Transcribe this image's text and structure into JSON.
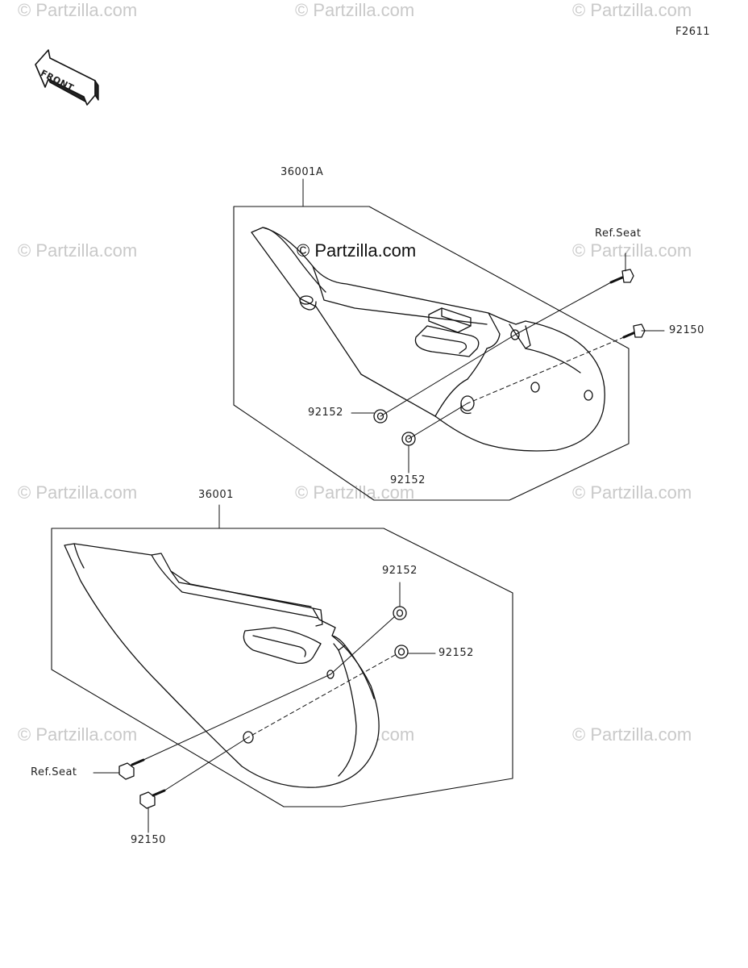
{
  "figure_code": "F2611",
  "front_arrow_label": "FRONT",
  "copyright": "© Partzilla.com",
  "watermark_text": "© Partzilla.com",
  "upper_assembly": {
    "part_number": "36001A",
    "labels": {
      "ref_seat": "Ref.Seat",
      "bolt": "92150",
      "collar_left": "92152",
      "collar_bottom": "92152"
    }
  },
  "lower_assembly": {
    "part_number": "36001",
    "labels": {
      "collar_top": "92152",
      "collar_right": "92152",
      "ref_seat": "Ref.Seat",
      "bolt": "92150"
    }
  },
  "colors": {
    "line": "#111111",
    "watermark": "#c9c9c9",
    "background": "#ffffff"
  }
}
